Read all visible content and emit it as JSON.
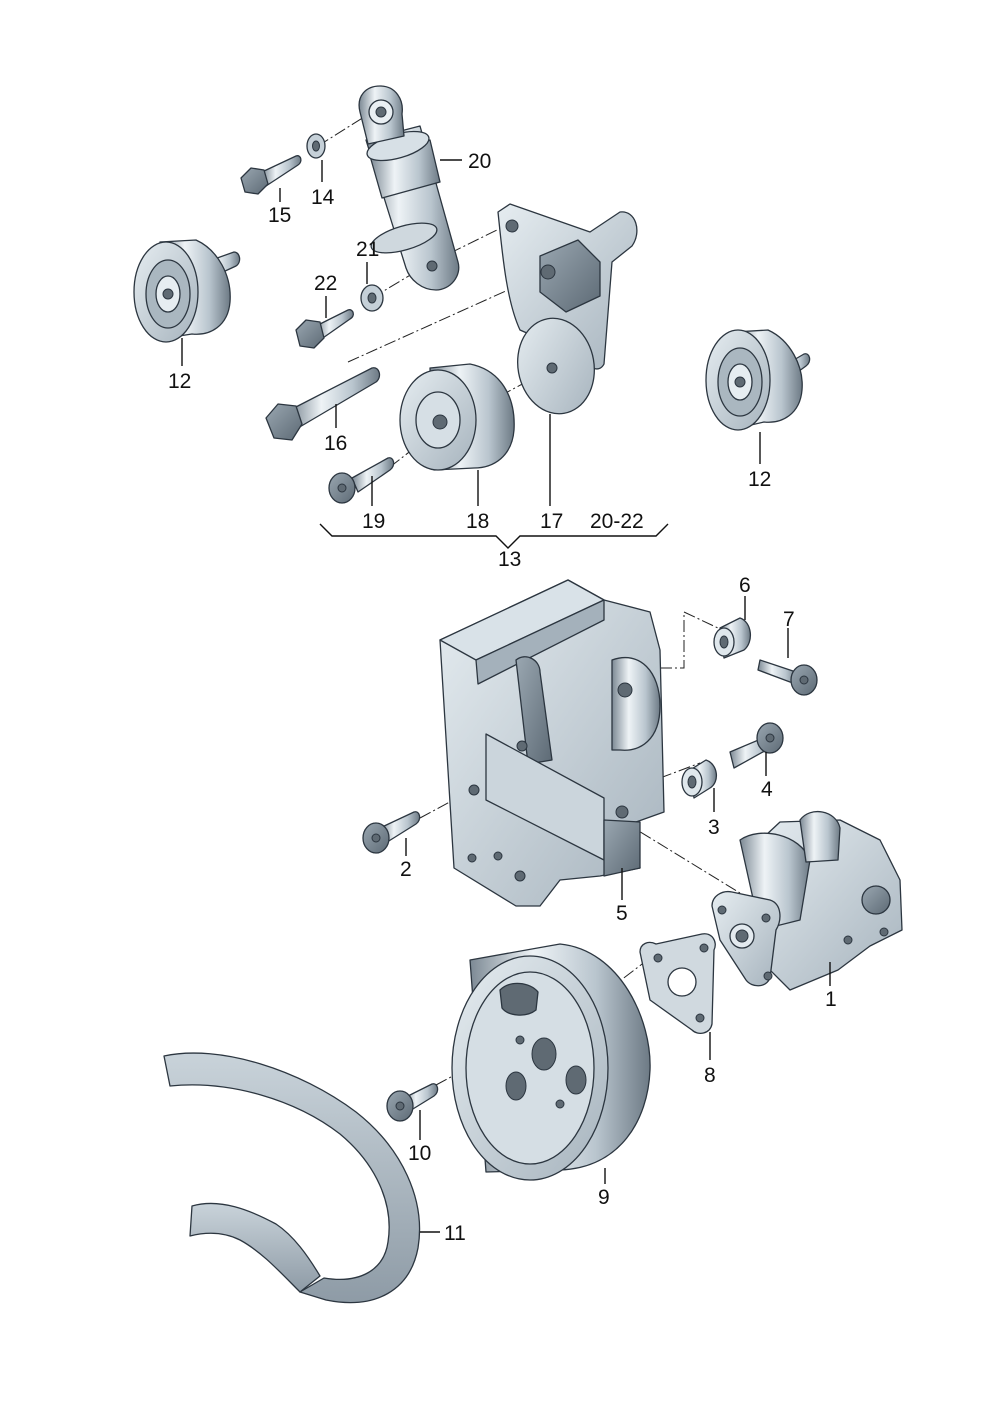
{
  "colors": {
    "metal_light": "#e8eef2",
    "metal_mid": "#b5c1ca",
    "metal_dark": "#6f7d88",
    "outline": "#2c3640",
    "text": "#111111"
  },
  "callouts": {
    "c1": "1",
    "c2": "2",
    "c3": "3",
    "c4": "4",
    "c5": "5",
    "c6": "6",
    "c7": "7",
    "c8": "8",
    "c9": "9",
    "c10": "10",
    "c11": "11",
    "c12a": "12",
    "c12b": "12",
    "c13": "13",
    "c14": "14",
    "c15": "15",
    "c16": "16",
    "c17": "17",
    "c18": "18",
    "c19": "19",
    "c20": "20",
    "c21": "21",
    "c22": "22",
    "c20_22": "20-22"
  }
}
